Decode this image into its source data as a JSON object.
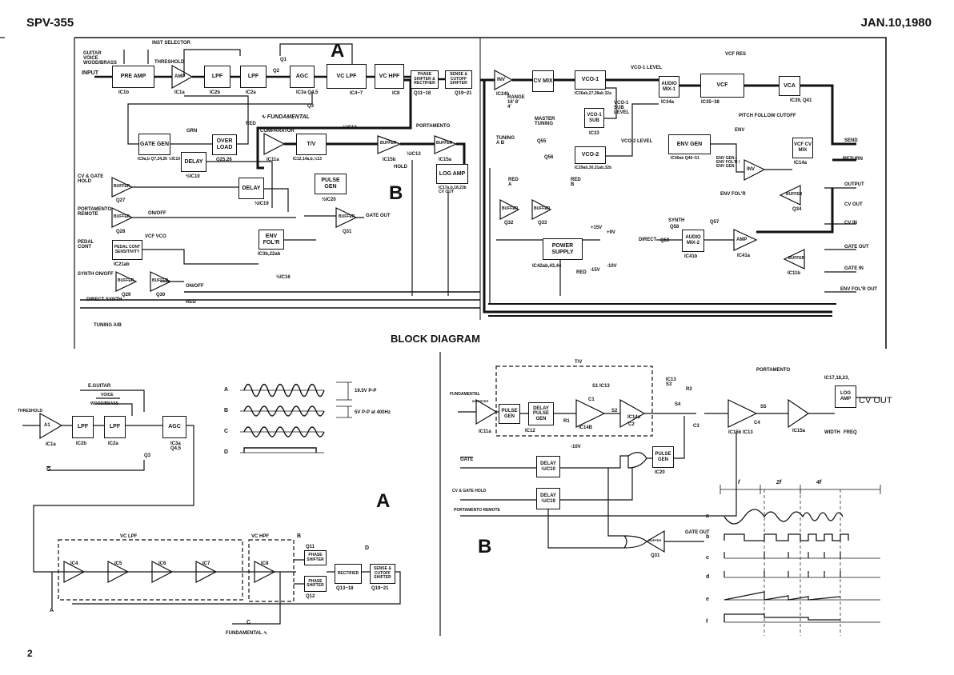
{
  "header": {
    "model": "SPV-355",
    "date": "JAN.10,1980"
  },
  "page_number": "2",
  "diagram_title": "BLOCK DIAGRAM",
  "section_labels": {
    "a": "A",
    "b": "B"
  },
  "top_left": {
    "inst_selector": "INST SELECTOR",
    "inst_options": "GUITAR VOICE WOOD/BRASS",
    "input": "INPUT",
    "threshold": "THRESHOLD",
    "fundamental": "∿ FUNDAMENTAL",
    "comparator": "COMPARATOR",
    "portamento": "PORTAMENTO",
    "hold": "HOLD",
    "blocks": [
      {
        "label": "PRE AMP",
        "ic": "IC1b"
      },
      {
        "label": "AMP",
        "ic": "IC1a"
      },
      {
        "label": "LPF",
        "ic": "IC2b"
      },
      {
        "label": "LPF",
        "ic": "IC2a"
      },
      {
        "label": "AGC",
        "ic": "IC3a Q4,5"
      },
      {
        "label": "VC LPF",
        "ic": "IC4~7"
      },
      {
        "label": "VC HPF",
        "ic": "IC8"
      },
      {
        "label": "PHASE SHIFTER & RECTIFIER",
        "ic": "Q11~18"
      },
      {
        "label": "SENSE & CUTOFF SHIFTER",
        "ic": "Q19~21"
      },
      {
        "label": "GATE GEN",
        "ic": "IC9a,b Q7,24,26 ½IC10"
      },
      {
        "label": "OVER LOAD",
        "ic": "Q25,26"
      },
      {
        "label": "DELAY",
        "ic": "½IC10"
      },
      {
        "label": "T/V",
        "ic": "IC12,14a,b,½13"
      },
      {
        "label": "BUFFER",
        "ic": "IC15b"
      },
      {
        "label": "BUFFER",
        "ic": "IC15a"
      },
      {
        "label": "LOG AMP",
        "ic": "IC17a,b,18,23b CV OUT"
      },
      {
        "label": "DELAY",
        "ic": "½IC19"
      },
      {
        "label": "PULSE GEN",
        "ic": "½IC20"
      },
      {
        "label": "ENV FOL'R",
        "ic": "IC3b,22ab"
      },
      {
        "label": "PEDAL CONT SENSITIVITY",
        "ic": "IC21ab"
      }
    ],
    "comparator_ic": "IC11a",
    "ic13_a": "½IC13",
    "ic13_b": "½IC13",
    "ic16": "½IC16",
    "q1": "Q1",
    "q2": "Q2",
    "q3": "Q3",
    "led_grn": "GRN",
    "led_red": "RED",
    "cv_gate_hold": "CV & GATE HOLD",
    "portamento_remote": "PORTAMENTO REMOTE",
    "pedal_cont": "PEDAL CONT",
    "vcf_vco": "VCF  VCO",
    "synth_onoff": "SYNTH ON/OFF",
    "direct_synth": "DIRECT  SYNTH",
    "tuning_ab": "TUNING A/B",
    "on_off_1": "ON/OFF",
    "on_off_2": "ON/OFF",
    "red_2": "RED",
    "gate_out": "GATE OUT",
    "buffer": "BUFFER",
    "q27": "Q27",
    "q28": "Q28",
    "q29": "Q29",
    "q30": "Q30",
    "q31": "Q31"
  },
  "top_right": {
    "blocks": [
      {
        "label": "CV MIX",
        "ic": ""
      },
      {
        "label": "VCO-1",
        "ic": "IC26ab,27,28ab 32a"
      },
      {
        "label": "AUDIO MIX-1",
        "ic": "IC34a"
      },
      {
        "label": "VCF",
        "ic": "IC35~38"
      },
      {
        "label": "VCA",
        "ic": "IC39, Q41"
      },
      {
        "label": "VCO-1 SUB",
        "ic": "IC33"
      },
      {
        "label": "VCO-2",
        "ic": "IC29ab,30,31ab,32b"
      },
      {
        "label": "ENV GEN",
        "ic": "IC40ab Q46~51"
      },
      {
        "label": "VCF CV MIX",
        "ic": "IC14a"
      },
      {
        "label": "POWER SUPPLY",
        "ic": "IC42ab,43,44"
      },
      {
        "label": "AUDIO MIX-2",
        "ic": "IC41b"
      }
    ],
    "inv": "INV",
    "inv_ic": "IC24b",
    "range": "RANGE 16' 8' 4'",
    "master_tuning": "MASTER TUNING",
    "vco1_level": "VCO-1 LEVEL",
    "vco1_sub_level": "VCO-1 SUB LEVEL",
    "vco2_level": "VCO-2 LEVEL",
    "vcf_res": "VCF RES",
    "pitch_follow": "PITCH FOLLOW CUTOFF",
    "tuning": "TUNING A B",
    "q55": "Q55",
    "q56": "Q56",
    "red_a": "RED A",
    "red_b": "RED B",
    "env": "ENV",
    "env_gen_fol": "ENV GEN / ENV FOL'R / ENV GEN",
    "env_fol": "ENV FOL'R",
    "inv2": "INV",
    "buffer": "BUFFER",
    "q32": "Q32",
    "q33": "Q33",
    "q34": "Q34",
    "plus15": "+15V",
    "plus9": "+9V",
    "minus15": "-15V",
    "minus10": "-10V",
    "red": "RED",
    "synth": "SYNTH",
    "q58": "Q58",
    "direct": "DIRECT",
    "q59": "Q59",
    "q57": "Q57",
    "amp": "AMP",
    "amp_ic": "IC41a",
    "buffer_ic11b": "IC11b",
    "jacks": [
      "SEND",
      "RETURN",
      "OUTPUT",
      "CV OUT",
      "CV IN",
      "GATE OUT",
      "GATE IN",
      "ENV FOL'R OUT"
    ]
  },
  "detail_a": {
    "threshold": "THRESHOLD",
    "a1": "A1",
    "a1_ic": "IC1a",
    "lpf1": "LPF",
    "lpf1_ic": "IC2b",
    "lpf2": "LPF",
    "lpf2_ic": "IC2a",
    "agc": "AGC",
    "agc_ic": "IC3a Q4,5",
    "q3": "Q3",
    "g_bar": "G",
    "e_guitar": "E.GUITAR",
    "voice": "VOICE",
    "wood_brass": "WOOD/BRASS",
    "wave_markers": [
      "A",
      "B",
      "C",
      "D"
    ],
    "wave_a_level": "19.5V P-P",
    "wave_b_level": "5V P-P at 400Hz",
    "vc_lpf": "VC LPF",
    "vc_hpf": "VC HPF",
    "ics": [
      "IC4",
      "IC5",
      "IC6",
      "IC7",
      "IC8"
    ],
    "phase_shifter_1": "PHASE SHIFTER",
    "q11": "Q11",
    "phase_shifter_2": "PHASE SHIFTER",
    "q12": "Q12",
    "rectifier": "RECTIFIER",
    "q13_18": "Q13~18",
    "sense": "SENSE & CUTOFF SHIFTER",
    "q19_21": "Q19~21",
    "fundamental": "FUNDAMENTAL ∿"
  },
  "detail_b": {
    "tv": "T/V",
    "fundamental": "FUNDAMENTAL",
    "inverter": "INVERTER",
    "ic11a": "IC11a",
    "pulse_gen": "PULSE GEN",
    "delay_pulse_gen": "DELAY PULSE GEN",
    "ic12": "IC12",
    "s1": "S1 IC13",
    "c1": "C1",
    "r1": "R1",
    "ic14b": "IC14B",
    "s2": "S2",
    "c2": "C2",
    "ic14a": "IC14a",
    "minus10": "-10V",
    "ic13_s3": "IC13 S3",
    "r2": "R2",
    "s4": "S4",
    "c3": "C3",
    "ic15b": "IC15b IC13",
    "portamento": "PORTAMENTO",
    "s5": "S5",
    "c4": "C4",
    "ic15a": "IC15a",
    "ic17": "IC17,18,23,",
    "log_amp": "LOG AMP",
    "cv_out": "CV OUT",
    "width": "WIDTH",
    "freq": "FREQ",
    "gate": "GATE",
    "delay1": "DELAY ½IC10",
    "cv_gate_hold": "CV & GATE HOLD",
    "delay2": "DELAY ½IC19",
    "portamento_remote": "PORTAMENTO REMOTE",
    "pulse_gen2": "PULSE GEN",
    "ic20": "IC20",
    "gate_out": "GATE OUT",
    "buffer": "BUFFER",
    "q31": "Q31",
    "timing_scale": [
      "f",
      "2f",
      "4f"
    ],
    "timing_rows": [
      "a",
      "b",
      "c",
      "d",
      "e",
      "f"
    ]
  }
}
